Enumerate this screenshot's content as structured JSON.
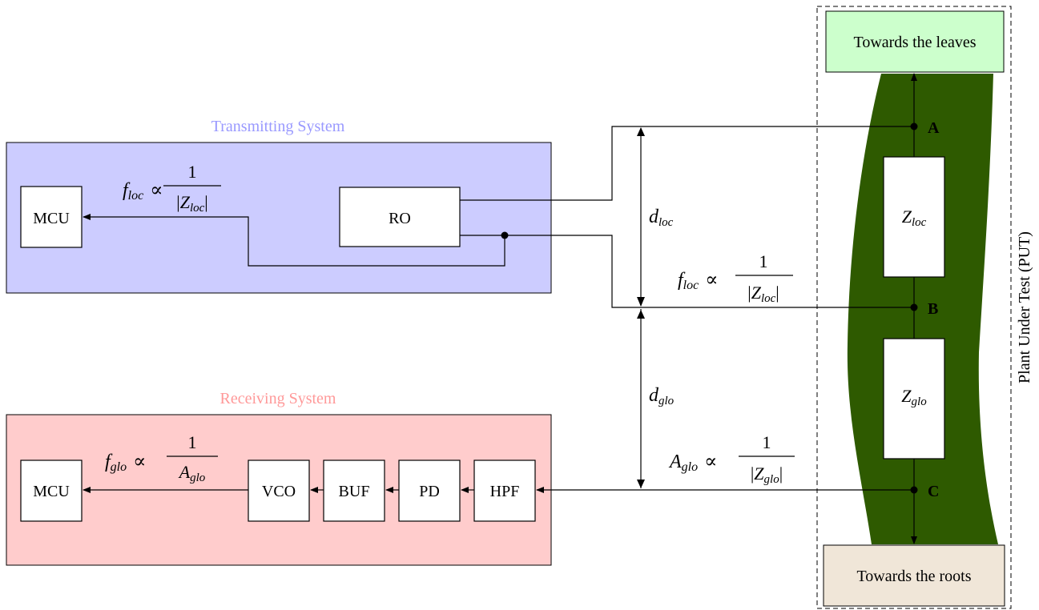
{
  "colors": {
    "transmit_fill": "#ccccff",
    "transmit_title": "#9999ff",
    "receive_fill": "#ffcccc",
    "receive_title": "#ff9999",
    "stem": "#2e5a00",
    "leaves_fill": "#ccffcc",
    "roots_fill": "#f0e6d8"
  },
  "transmitting": {
    "title": "Transmitting System",
    "mcu": "MCU",
    "ro": "RO",
    "formula": {
      "lhs": "f",
      "lhs_sub": "loc",
      "rel": "∝",
      "num": "1",
      "den_var": "Z",
      "den_sub": "loc"
    }
  },
  "receiving": {
    "title": "Receiving System",
    "mcu": "MCU",
    "vco": "VCO",
    "buf": "BUF",
    "pd": "PD",
    "hpf": "HPF",
    "formula": {
      "lhs": "f",
      "lhs_sub": "glo",
      "rel": "∝",
      "num": "1",
      "den_var": "A",
      "den_sub": "glo"
    }
  },
  "measurements": {
    "d_loc": {
      "var": "d",
      "sub": "loc"
    },
    "d_glo": {
      "var": "d",
      "sub": "glo"
    },
    "f_loc_formula": {
      "lhs": "f",
      "lhs_sub": "loc",
      "rel": "∝",
      "num": "1",
      "den_var": "Z",
      "den_sub": "loc"
    },
    "a_glo_formula": {
      "lhs": "A",
      "lhs_sub": "glo",
      "rel": "∝",
      "num": "1",
      "den_var": "Z",
      "den_sub": "glo"
    }
  },
  "plant": {
    "label": "Plant Under Test (PUT)",
    "leaves": "Towards the leaves",
    "roots": "Towards the roots",
    "node_a": "A",
    "node_b": "B",
    "node_c": "C",
    "z_loc": {
      "var": "Z",
      "sub": "loc"
    },
    "z_glo": {
      "var": "Z",
      "sub": "glo"
    }
  }
}
